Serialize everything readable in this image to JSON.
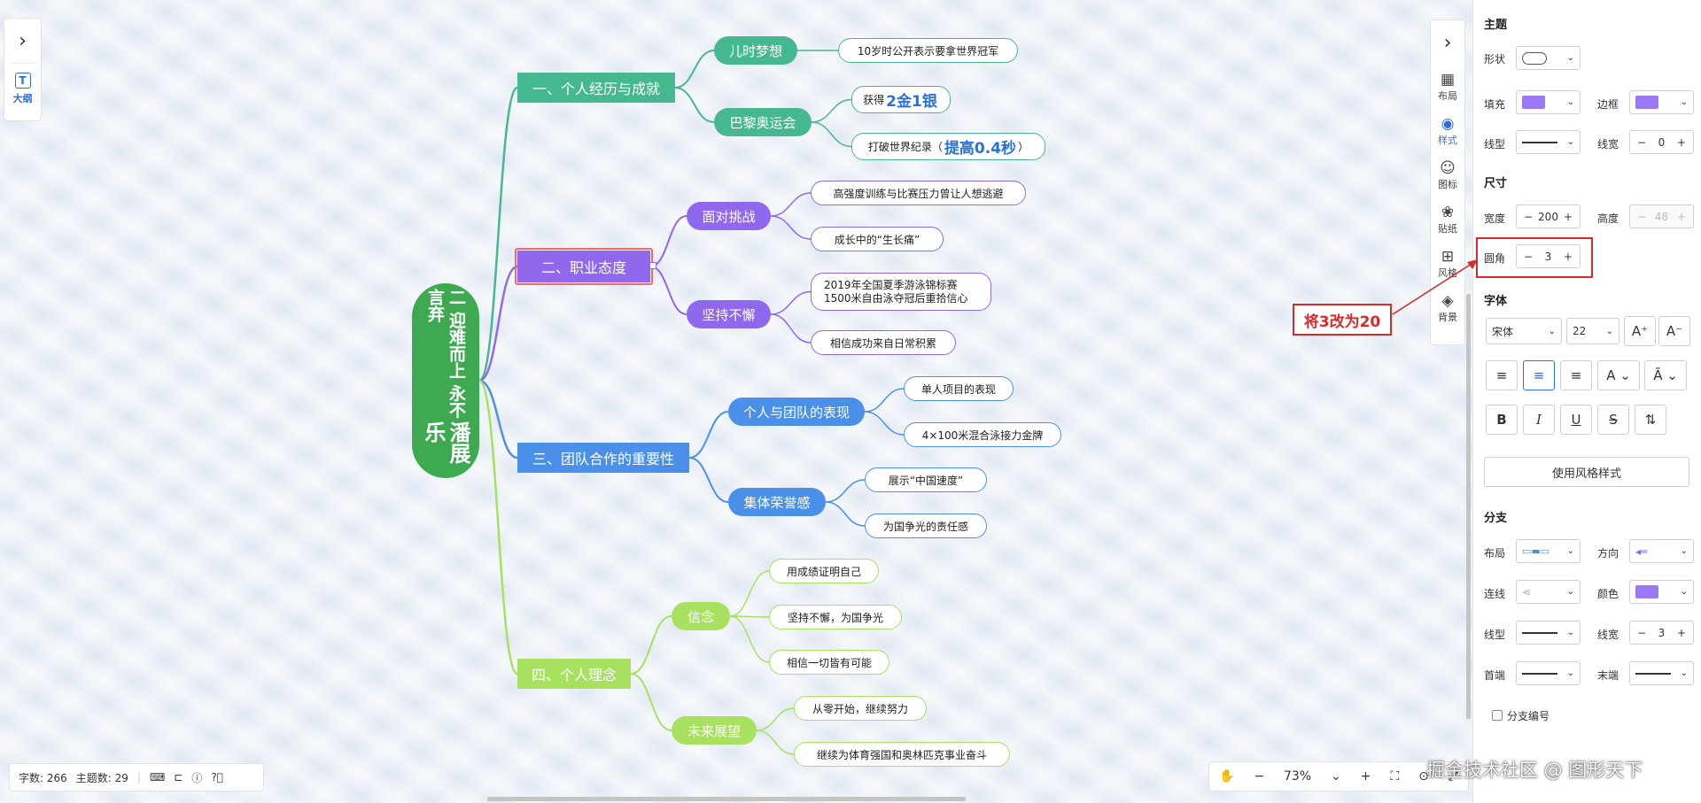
{
  "mindmap": {
    "root": {
      "line1": "二 迎难而上 永不言弃",
      "line2": "潘展乐"
    },
    "topics": [
      {
        "label": "一、个人经历与成就",
        "color": "#46b88f",
        "subs": [
          {
            "label": "儿时梦想",
            "leaves": [
              {
                "text": "10岁时公开表示要拿世界冠军"
              }
            ]
          },
          {
            "label": "巴黎奥运会",
            "leaves": [
              {
                "pre": "获得",
                "em": "2金1银",
                "post": ""
              },
              {
                "pre": "打破世界纪录（",
                "em": "提高0.4秒",
                "post": "）"
              }
            ]
          }
        ]
      },
      {
        "label": "二、职业态度",
        "color": "#9068ee",
        "subs": [
          {
            "label": "面对挑战",
            "leaves": [
              {
                "text": "高强度训练与比赛压力曾让人想逃避"
              },
              {
                "text": "成长中的“生长痛”"
              }
            ]
          },
          {
            "label": "坚持不懈",
            "leaves": [
              {
                "line1": "2019年全国夏季游泳锦标赛",
                "line2": "1500米自由泳夺冠后重拾信心"
              },
              {
                "text": "相信成功来自日常积累"
              }
            ]
          }
        ]
      },
      {
        "label": "三、团队合作的重要性",
        "color": "#4a90e8",
        "subs": [
          {
            "label": "个人与团队的表现",
            "leaves": [
              {
                "text": "单人项目的表现"
              },
              {
                "text": "4×100米混合泳接力金牌"
              }
            ]
          },
          {
            "label": "集体荣誉感",
            "leaves": [
              {
                "text": "展示“中国速度”"
              },
              {
                "text": "为国争光的责任感"
              }
            ]
          }
        ]
      },
      {
        "label": "四、个人理念",
        "color": "#a8e060",
        "subs": [
          {
            "label": "信念",
            "leaves": [
              {
                "text": "用成绩证明自己"
              },
              {
                "text": "坚持不懈，为国争光"
              },
              {
                "text": "相信一切皆有可能"
              }
            ]
          },
          {
            "label": "未来展望",
            "leaves": [
              {
                "text": "从零开始，继续努力"
              },
              {
                "text": "继续为体育强国和奥林匹克事业奋斗"
              }
            ]
          }
        ]
      }
    ]
  },
  "left_panel": {
    "outline_label": "大纲"
  },
  "toolbar": {
    "items": [
      "布局",
      "样式",
      "图标",
      "贴纸",
      "风格",
      "背景"
    ]
  },
  "panel": {
    "theme": {
      "title": "主题",
      "shape_label": "形状",
      "fill_label": "填充",
      "border_label": "边框",
      "line_label": "线型",
      "linewidth_label": "线宽",
      "linewidth_value": "0"
    },
    "size": {
      "title": "尺寸",
      "width_label": "宽度",
      "width_value": "200",
      "height_label": "高度",
      "height_value": "48",
      "radius_label": "圆角",
      "radius_value": "3"
    },
    "font": {
      "title": "字体",
      "family": "宋体",
      "size": "22",
      "style_button": "使用风格样式"
    },
    "branch": {
      "title": "分支",
      "layout_label": "布局",
      "direction_label": "方向",
      "connector_label": "连线",
      "color_label": "颜色",
      "line_label": "线型",
      "linewidth_label": "线宽",
      "linewidth_value": "3",
      "start_label": "首端",
      "end_label": "末端",
      "numbering_label": "分支编号"
    },
    "colors": {
      "fill": "#9b78f5",
      "border": "#9b78f5",
      "branch": "#9b78f5"
    }
  },
  "annotation": {
    "text": "将3改为20",
    "color": "#d92a2a"
  },
  "status": {
    "word_count": "字数: 266",
    "topic_count": "主题数: 29"
  },
  "zoom": {
    "value": "73%"
  },
  "watermark": "掘金技术社区 @ 图形天下"
}
